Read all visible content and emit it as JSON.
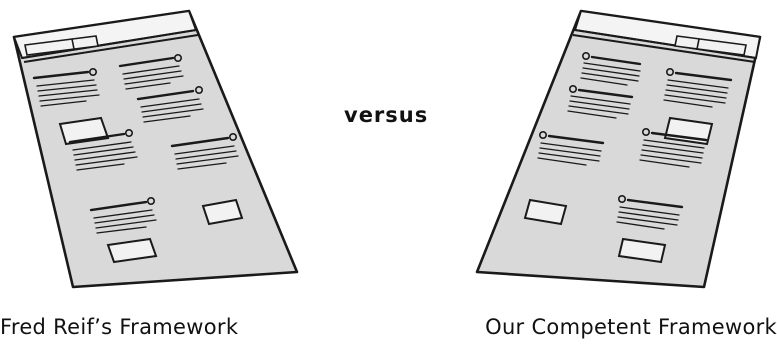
{
  "left_framework": {
    "caption": "Fred Reif’s Framework"
  },
  "right_framework": {
    "caption": "Our Competent Framework"
  },
  "separator": {
    "label": "versus"
  },
  "colors": {
    "sheet_fill": "#d9d9d9",
    "header_fill": "#f4f4f4",
    "box_fill": "#f2f2f2",
    "stroke": "#1a1a1a"
  }
}
